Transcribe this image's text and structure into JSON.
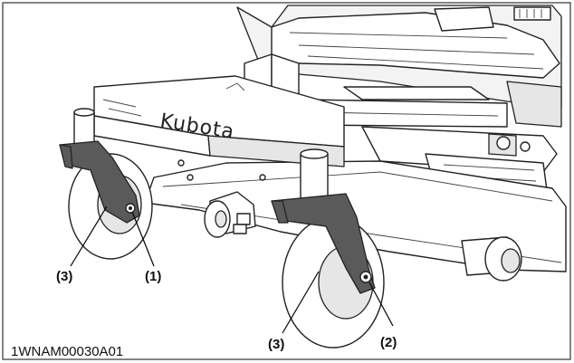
{
  "figure": {
    "brand_text": "Kubota",
    "figure_code": "1WNAM00030A01",
    "callouts": [
      {
        "id": "left-caster-wheel",
        "text": "(3)"
      },
      {
        "id": "left-caster-axle-bolt",
        "text": "(1)"
      },
      {
        "id": "right-caster-wheel",
        "text": "(3)"
      },
      {
        "id": "right-caster-axle-bolt",
        "text": "(2)"
      }
    ]
  }
}
